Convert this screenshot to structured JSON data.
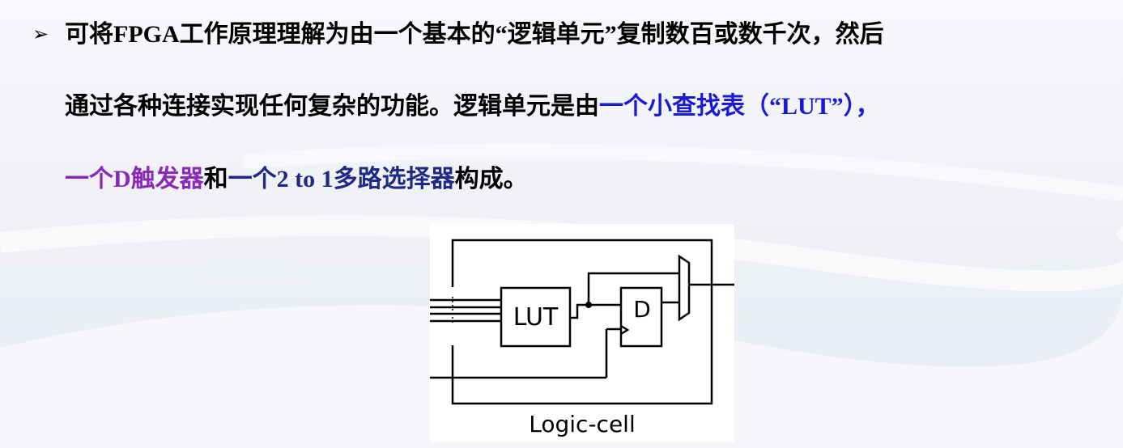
{
  "bullet": {
    "icon": "arrow-bullet-icon",
    "glyph": "➢"
  },
  "paragraph": {
    "line1": "可将FPGA工作原理理解为由一个基本的“逻辑单元”复制数百或数千次，然后",
    "line2_plain": "通过各种连接实现任何复杂的功能。逻辑单元是由",
    "line2_blue": "一个小查找表（“LUT”），",
    "line3_purple": "一个D触发器",
    "line3_and": "和",
    "line3_navy": "一个2 to 1多路选择器",
    "line3_end": "构成。"
  },
  "diagram": {
    "lut_label": "LUT",
    "dff_label": "D",
    "caption": "Logic-cell"
  },
  "colors": {
    "text": "#000000",
    "lut_highlight": "#1a1ad6",
    "dff_highlight": "#8a2ab8",
    "mux_highlight": "#1f2a86"
  }
}
